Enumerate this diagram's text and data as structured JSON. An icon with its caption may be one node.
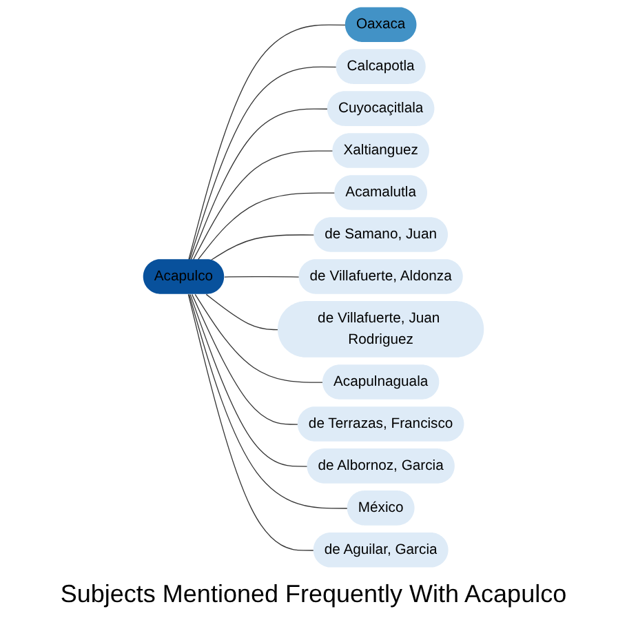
{
  "diagram": {
    "title": "Subjects Mentioned Frequently With Acapulco",
    "nodes": [
      {
        "text": [
          "Acapulco"
        ]
      },
      {
        "text": [
          "Oaxaca"
        ]
      },
      {
        "text": [
          "Calcapotla"
        ]
      },
      {
        "text": [
          "Cuyocaçitlala"
        ]
      },
      {
        "text": [
          "Xaltianguez"
        ]
      },
      {
        "text": [
          "Acamalutla"
        ]
      },
      {
        "text": [
          "de Samano, Juan"
        ]
      },
      {
        "text": [
          "de Villafuerte, Aldonza"
        ]
      },
      {
        "text": [
          "de Villafuerte, Juan Rodriguez"
        ]
      },
      {
        "text": [
          "Acapulnaguala"
        ]
      },
      {
        "text": [
          "de Terrazas, Francisco"
        ]
      },
      {
        "text": [
          "de Albornoz, Garcia"
        ]
      },
      {
        "text": [
          "México"
        ]
      },
      {
        "text": [
          "de Aguilar, Garcia"
        ]
      }
    ],
    "edges": [
      {
        "from": 0,
        "to": 1,
        "arrow": "none"
      },
      {
        "from": 0,
        "to": 2,
        "arrow": "none"
      },
      {
        "from": 0,
        "to": 3,
        "arrow": "none"
      },
      {
        "from": 0,
        "to": 4,
        "arrow": "none"
      },
      {
        "from": 0,
        "to": 5,
        "arrow": "none"
      },
      {
        "from": 0,
        "to": 6,
        "arrow": "none"
      },
      {
        "from": 0,
        "to": 7,
        "arrow": "none"
      },
      {
        "from": 0,
        "to": 8,
        "arrow": "none"
      },
      {
        "from": 0,
        "to": 9,
        "arrow": "none"
      },
      {
        "from": 0,
        "to": 10,
        "arrow": "none"
      },
      {
        "from": 0,
        "to": 11,
        "arrow": "none"
      },
      {
        "from": 0,
        "to": 12,
        "arrow": "none"
      },
      {
        "from": 0,
        "to": 13,
        "arrow": "none"
      }
    ]
  }
}
